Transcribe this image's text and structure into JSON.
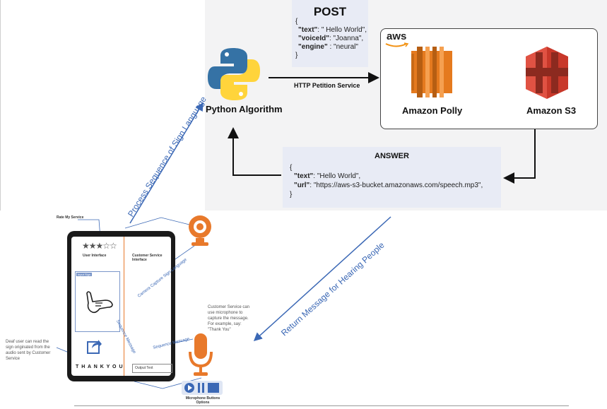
{
  "post": {
    "title": "POST",
    "open": "{",
    "line1_key": "\"text\"",
    "line1_val": ": \" Hello World\",",
    "line2_key": "\"voiceId\"",
    "line2_val": ": \"Joanna\",",
    "line3_key": "\"engine\"",
    "line3_val": " : \"neural\"",
    "close": "}"
  },
  "python_label": "Python Algorithm",
  "http_label": "HTTP Petition Service",
  "aws_logo": "aws",
  "polly_label": "Amazon Polly",
  "s3_label": "Amazon S3",
  "answer": {
    "title": "ANSWER",
    "open": "{",
    "line1_key": "\"text\"",
    "line1_val": ": \"Hello World\",",
    "line2_key": "\"url\"",
    "line2_val": ": \"https://aws-s3-bucket.amazonaws.com/speech.mp3\",",
    "close": "}"
  },
  "process_label": "Process Sequence of Sign Language",
  "return_label": "Return Message for Hearing People",
  "tablet": {
    "rate_label": "Rate My Service",
    "stars": "★★★☆☆",
    "user_interface": "User Interface",
    "customer_interface": "Customer Service Interface",
    "input_sign": "Input Sign",
    "camera_capture": "Camera Capture Sign Language",
    "sequence_message_left": "Sequence Message",
    "sequence_message_right": "Sequence Message",
    "thank_you": "T H A N K  Y O U",
    "output_text": "Output Text"
  },
  "notes": {
    "deaf_user": "Deaf user can read the sign originated from the audio sent by Customer Service",
    "customer_service": "Customer Service can use microphone to capture the message. For example, say: \"Thank You\"",
    "microphone_buttons": "Microphone Buttons Options"
  },
  "colors": {
    "arrow_blue": "#3b68b5",
    "orange": "#e8792b",
    "polly_orange": "#e57a1e",
    "s3_red": "#c8382a",
    "python_blue": "#3572a5",
    "python_yellow": "#ffd43b"
  }
}
